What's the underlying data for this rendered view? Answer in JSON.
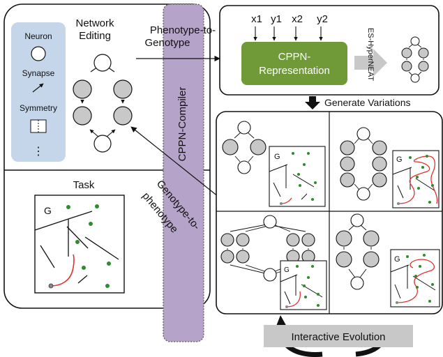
{
  "left_panel": {
    "network_editing_title_line1": "Network",
    "network_editing_title_line2": "Editing",
    "palette": {
      "neuron_label": "Neuron",
      "synapse_label": "Synapse",
      "symmetry_label": "Symmetry",
      "more_label": "⋮"
    },
    "task_title": "Task",
    "task_goal_label": "G"
  },
  "compiler": {
    "label": "CPPN-Compiler",
    "color": "#b6a3c9"
  },
  "phenotype_to_genotype": {
    "line1": "Phenotype-to-",
    "line2": "Genotype"
  },
  "genotype_to_phenotype": {
    "line1": "Genotype-to-",
    "line2": "phenotype"
  },
  "cppn_box": {
    "inputs": [
      "x1",
      "y1",
      "x2",
      "y2"
    ],
    "representation_line1": "CPPN-",
    "representation_line2": "Representation",
    "representation_color": "#6f9a37",
    "transform_label": "ES-HyperNEAT"
  },
  "variations": {
    "label": "Generate Variations",
    "goal_label": "G"
  },
  "interactive_evolution": {
    "label": "Interactive Evolution"
  },
  "colors": {
    "neuron_fill": "#c8c8c8",
    "palette_bg": "#c5d5ea",
    "path": "#e0312c",
    "dot": "#2e8b2e"
  }
}
